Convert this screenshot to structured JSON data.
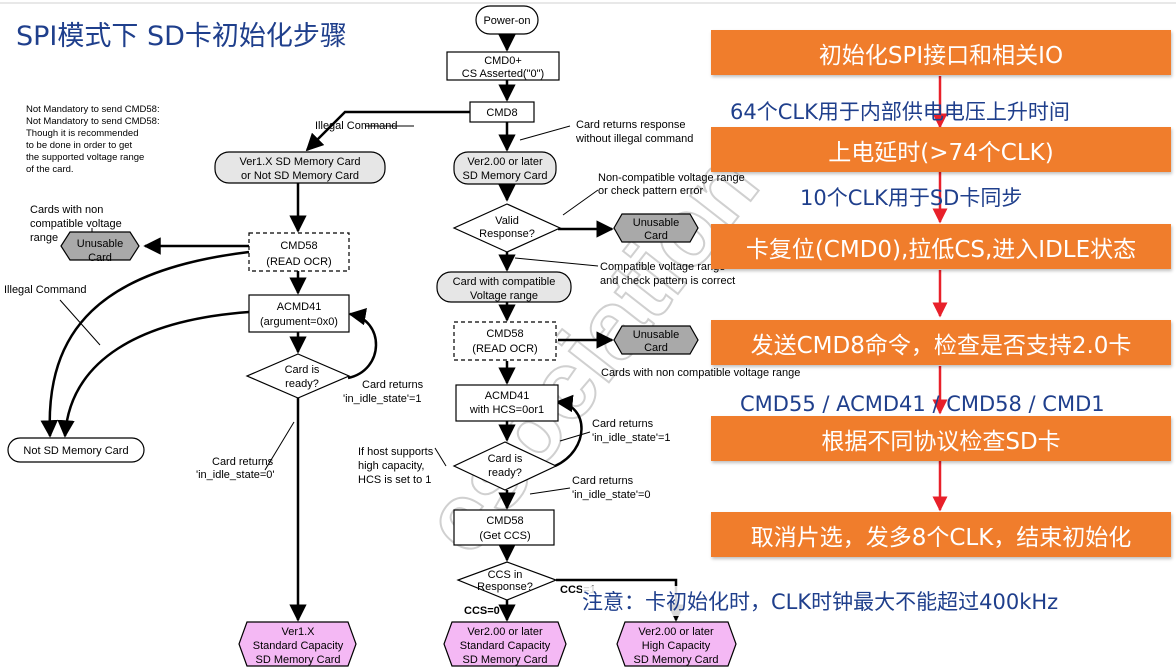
{
  "header": {
    "title": "SPI模式下 SD卡初始化步骤"
  },
  "flowchart": {
    "nodes": {
      "power_on": "Power-on",
      "cmd0_l1": "CMD0+",
      "cmd0_l2": "CS Asserted(\"0\")",
      "cmd8": "CMD8",
      "ver1_l1": "Ver1.X SD Memory Card",
      "ver1_l2": "or Not SD Memory Card",
      "ver2_l1": "Ver2.00 or later",
      "ver2_l2": "SD Memory Card",
      "valid_l1": "Valid",
      "valid_l2": "Response?",
      "unusable_l1": "Unusable",
      "unusable_l2": "Card",
      "compat_l1": "Card with compatible",
      "compat_l2": "Voltage range",
      "cmd58_l1": "CMD58",
      "cmd58_l2": "(READ OCR)",
      "acmd41_left_l1": "ACMD41",
      "acmd41_left_l2": "(argument=0x0)",
      "acmd41_right_l1": "ACMD41",
      "acmd41_right_l2": "with HCS=0or1",
      "ready_l1": "Card is",
      "ready_l2": "ready?",
      "cmd58_ccs_l1": "CMD58",
      "cmd58_ccs_l2": "(Get CCS)",
      "ccs_l1": "CCS in",
      "ccs_l2": "Response?",
      "not_sd": "Not SD Memory Card",
      "final1_l1": "Ver1.X",
      "final1_l2": "Standard Capacity",
      "final1_l3": "SD Memory Card",
      "final2_l1": "Ver2.00 or later",
      "final2_l2": "Standard Capacity",
      "final2_l3": "SD Memory Card",
      "final3_l1": "Ver2.00 or later",
      "final3_l2": "High Capacity",
      "final3_l3": "SD Memory Card"
    },
    "labels": {
      "not_mandatory_1": "Not Mandatory to send CMD58:",
      "not_mandatory_2": "Not Mandatory to send CMD58:",
      "not_mandatory_3": "Though it is recommended",
      "not_mandatory_4": "to be done in order to get",
      "not_mandatory_5": "the supported voltage range",
      "not_mandatory_6": "of the card.",
      "illegal_cmd_top": "Illegal Command",
      "illegal_cmd_left": "Illegal Command",
      "card_returns_resp_1": "Card returns response",
      "card_returns_resp_2": "without illegal command",
      "noncompat_1": "Non-compatible voltage range",
      "noncompat_2": "or check pattern error",
      "cards_noncompat_1": "Cards with non",
      "cards_noncompat_2": "compatible voltage",
      "cards_noncompat_3": "range",
      "compat_check_1": "Compatible voltage range",
      "compat_check_2": "and check pattern is correct",
      "cards_noncompat_right": "Cards with non compatible voltage range",
      "idle1_left_1": "Card returns",
      "idle1_left_2": "'in_idle_state'=1",
      "idle0_left_1": "Card returns",
      "idle0_left_2": "'in_idle_state=0'",
      "idle1_right_1": "Card returns",
      "idle1_right_2": "'in_idle_state'=1",
      "idle0_right_1": "Card returns",
      "idle0_right_2": "'in_idle_state'=0",
      "hcs_1": "If host supports",
      "hcs_2": "high capacity,",
      "hcs_3": "HCS is set to 1",
      "ccs0": "CCS=0",
      "ccs1": "CCS=1"
    }
  },
  "steps": [
    "初始化SPI接口和相关IO",
    "上电延时(>74个CLK)",
    "卡复位(CMD0),拉低CS,进入IDLE状态",
    "发送CMD8命令，检查是否支持2.0卡",
    "根据不同协议检查SD卡",
    "取消片选，发多8个CLK，结束初始化"
  ],
  "step_notes": [
    "64个CLK用于内部供电电压上升时间",
    "10个CLK用于SD卡同步",
    "CMD55 / ACMD41 / CMD58 / CMD1"
  ],
  "warning": "注意：卡初始化时，CLK时钟最大不能超过400kHz",
  "colors": {
    "title": "#1f3f8c",
    "step_fill": "#f07d2c",
    "step_text": "#ffffff",
    "arrow": "#e8202a",
    "terminal_pink": "#f4b8f4",
    "terminal_gray": "#e6e6e6",
    "unusable_gray": "#a9a9a9"
  }
}
